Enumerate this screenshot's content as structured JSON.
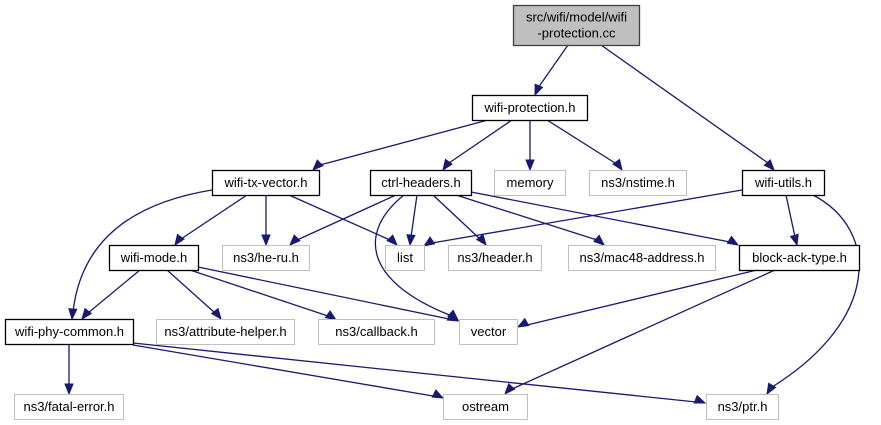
{
  "diagram": {
    "type": "include-dependency-graph",
    "colors": {
      "edge": "#191970",
      "root_fill": "#bfbfbf",
      "root_border": "#404040",
      "documented_border": "#000000",
      "external_border": "#bfbfbf",
      "node_fill": "#ffffff"
    },
    "nodes": [
      {
        "id": "root",
        "lines": [
          "src/wifi/model/wifi",
          "-protection.cc"
        ],
        "kind": "root"
      },
      {
        "id": "wifi-protection-h",
        "lines": [
          "wifi-protection.h"
        ],
        "kind": "documented"
      },
      {
        "id": "wifi-tx-vector-h",
        "lines": [
          "wifi-tx-vector.h"
        ],
        "kind": "documented"
      },
      {
        "id": "ctrl-headers-h",
        "lines": [
          "ctrl-headers.h"
        ],
        "kind": "documented"
      },
      {
        "id": "memory",
        "lines": [
          "memory"
        ],
        "kind": "external"
      },
      {
        "id": "ns3-nstime-h",
        "lines": [
          "ns3/nstime.h"
        ],
        "kind": "external"
      },
      {
        "id": "wifi-utils-h",
        "lines": [
          "wifi-utils.h"
        ],
        "kind": "documented"
      },
      {
        "id": "wifi-mode-h",
        "lines": [
          "wifi-mode.h"
        ],
        "kind": "documented"
      },
      {
        "id": "ns3-he-ru-h",
        "lines": [
          "ns3/he-ru.h"
        ],
        "kind": "external"
      },
      {
        "id": "list",
        "lines": [
          "list"
        ],
        "kind": "external"
      },
      {
        "id": "ns3-header-h",
        "lines": [
          "ns3/header.h"
        ],
        "kind": "external"
      },
      {
        "id": "ns3-mac48-address-h",
        "lines": [
          "ns3/mac48-address.h"
        ],
        "kind": "external"
      },
      {
        "id": "block-ack-type-h",
        "lines": [
          "block-ack-type.h"
        ],
        "kind": "documented"
      },
      {
        "id": "wifi-phy-common-h",
        "lines": [
          "wifi-phy-common.h"
        ],
        "kind": "documented"
      },
      {
        "id": "ns3-attribute-helper-h",
        "lines": [
          "ns3/attribute-helper.h"
        ],
        "kind": "external"
      },
      {
        "id": "ns3-callback-h",
        "lines": [
          "ns3/callback.h"
        ],
        "kind": "external"
      },
      {
        "id": "vector",
        "lines": [
          "vector"
        ],
        "kind": "external"
      },
      {
        "id": "ns3-fatal-error-h",
        "lines": [
          "ns3/fatal-error.h"
        ],
        "kind": "external"
      },
      {
        "id": "ostream",
        "lines": [
          "ostream"
        ],
        "kind": "external"
      },
      {
        "id": "ns3-ptr-h",
        "lines": [
          "ns3/ptr.h"
        ],
        "kind": "external"
      }
    ],
    "edges": [
      {
        "from": "root",
        "to": "wifi-protection-h"
      },
      {
        "from": "root",
        "to": "wifi-utils-h"
      },
      {
        "from": "wifi-protection-h",
        "to": "wifi-tx-vector-h"
      },
      {
        "from": "wifi-protection-h",
        "to": "ctrl-headers-h"
      },
      {
        "from": "wifi-protection-h",
        "to": "memory"
      },
      {
        "from": "wifi-protection-h",
        "to": "ns3-nstime-h"
      },
      {
        "from": "wifi-tx-vector-h",
        "to": "wifi-mode-h"
      },
      {
        "from": "wifi-tx-vector-h",
        "to": "ns3-he-ru-h"
      },
      {
        "from": "wifi-tx-vector-h",
        "to": "list"
      },
      {
        "from": "wifi-tx-vector-h",
        "to": "wifi-phy-common-h"
      },
      {
        "from": "ctrl-headers-h",
        "to": "ns3-he-ru-h"
      },
      {
        "from": "ctrl-headers-h",
        "to": "list"
      },
      {
        "from": "ctrl-headers-h",
        "to": "ns3-header-h"
      },
      {
        "from": "ctrl-headers-h",
        "to": "ns3-mac48-address-h"
      },
      {
        "from": "ctrl-headers-h",
        "to": "block-ack-type-h"
      },
      {
        "from": "ctrl-headers-h",
        "to": "vector"
      },
      {
        "from": "wifi-utils-h",
        "to": "list"
      },
      {
        "from": "wifi-utils-h",
        "to": "block-ack-type-h"
      },
      {
        "from": "wifi-utils-h",
        "to": "ns3-ptr-h"
      },
      {
        "from": "wifi-mode-h",
        "to": "wifi-phy-common-h"
      },
      {
        "from": "wifi-mode-h",
        "to": "ns3-attribute-helper-h"
      },
      {
        "from": "wifi-mode-h",
        "to": "ns3-callback-h"
      },
      {
        "from": "wifi-mode-h",
        "to": "vector"
      },
      {
        "from": "block-ack-type-h",
        "to": "vector"
      },
      {
        "from": "block-ack-type-h",
        "to": "ostream"
      },
      {
        "from": "wifi-phy-common-h",
        "to": "ns3-fatal-error-h"
      },
      {
        "from": "wifi-phy-common-h",
        "to": "ostream"
      },
      {
        "from": "wifi-phy-common-h",
        "to": "ns3-ptr-h"
      }
    ]
  }
}
